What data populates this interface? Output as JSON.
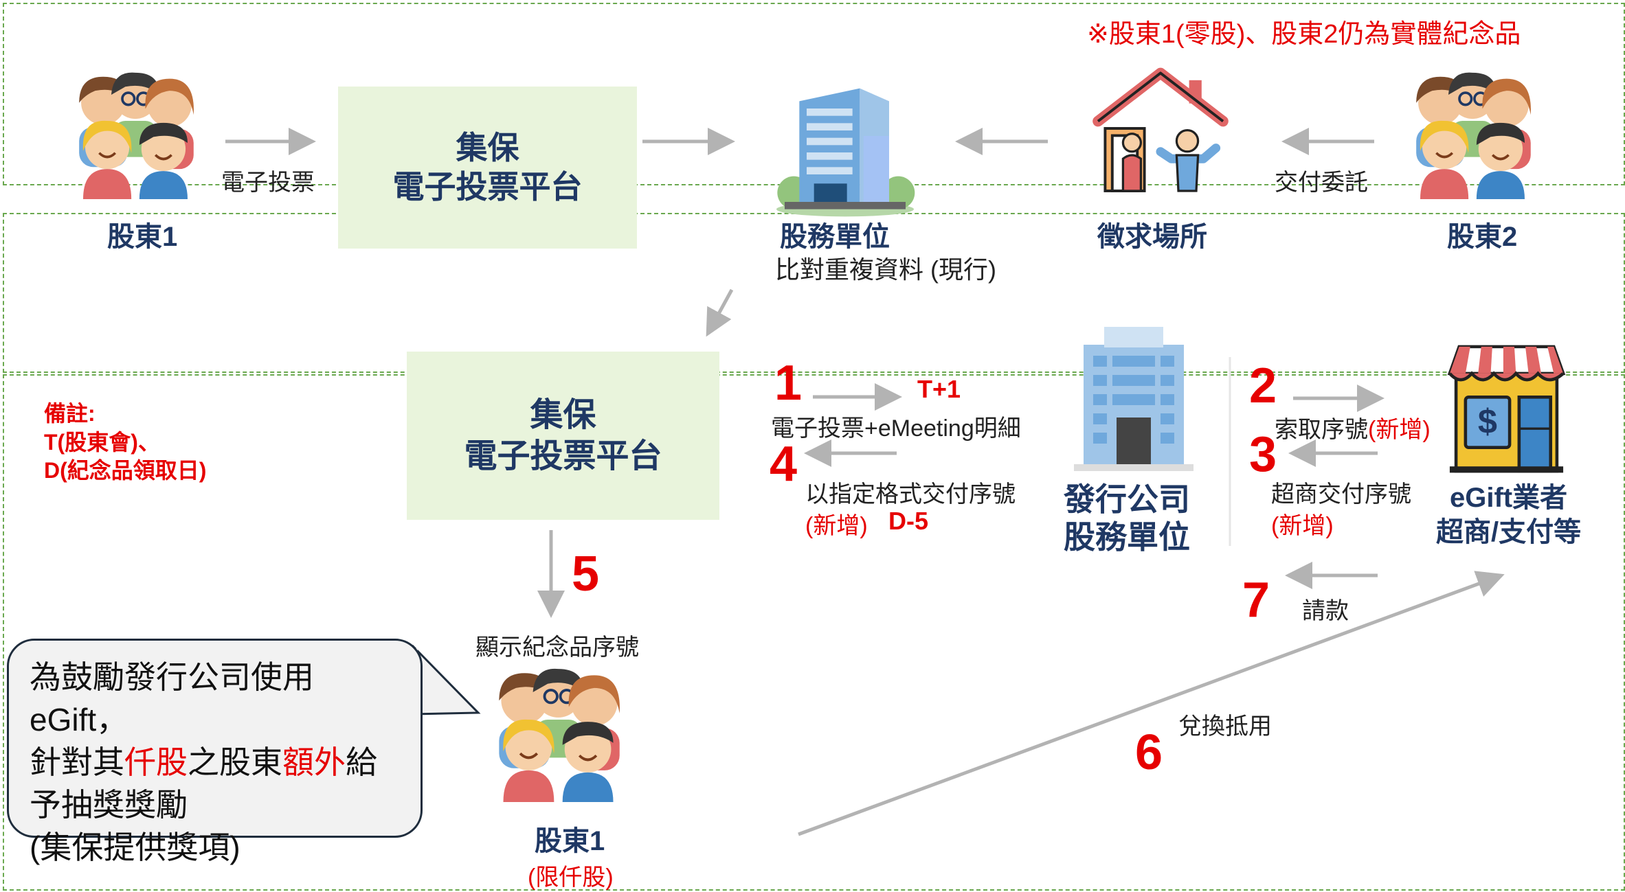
{
  "top": {
    "note": "※股東1(零股)、股東2仍為實體紀念品",
    "shareholder1": "股東1",
    "evote_label": "電子投票",
    "platform_line1": "集保",
    "platform_line2": "電子投票平台",
    "agent": "股務單位",
    "agent_sub": "比對重複資料 (現行)",
    "solicit": "徵求場所",
    "entrust_label": "交付委託",
    "shareholder2": "股東2"
  },
  "middle": {
    "remark_title": "備註:",
    "remark_line1": "T(股東會)、",
    "remark_line2": "D(紀念品領取日)",
    "platform_line1": "集保",
    "platform_line2": "電子投票平台",
    "step1": "1",
    "step1_tag": "T+1",
    "step1_label": "電子投票+eMeeting明細",
    "step4": "4",
    "step4_label": "以指定格式交付序號",
    "step4_new": "(新增)",
    "step4_tag": "D-5",
    "issuer_line1": "發行公司",
    "issuer_line2": "股務單位",
    "step2": "2",
    "step2_label": "索取序號",
    "step2_new": "(新增)",
    "step3": "3",
    "step3_label": "超商交付序號",
    "step3_new": "(新增)",
    "vendor_line1": "eGift業者",
    "vendor_line2": "超商/支付等"
  },
  "bottom": {
    "step5": "5",
    "step5_label": "顯示紀念品序號",
    "step7": "7",
    "step7_label": "請款",
    "step6": "6",
    "step6_label": "兌換抵用",
    "shareholder1": "股東1",
    "shareholder1_sub": "(限仟股)",
    "bubble_a": "為鼓勵發行公司使用eGift，",
    "bubble_b1": "針對其",
    "bubble_b2": "仟股",
    "bubble_b3": "之股東",
    "bubble_b4": "額外",
    "bubble_b5": "給",
    "bubble_c": "予抽獎獎勵",
    "bubble_d": "(集保提供獎項)"
  },
  "icons": {
    "people_group": "people-group-icon",
    "office_building": "office-building-icon",
    "house_with_people": "house-people-icon",
    "storefront": "storefront-icon"
  },
  "colors": {
    "accent_red": "#e60000",
    "navy": "#1f3864",
    "green_box": "#e9f4dc",
    "dashed_border": "#6aa84f",
    "arrow_gray": "#b3b3b3"
  }
}
